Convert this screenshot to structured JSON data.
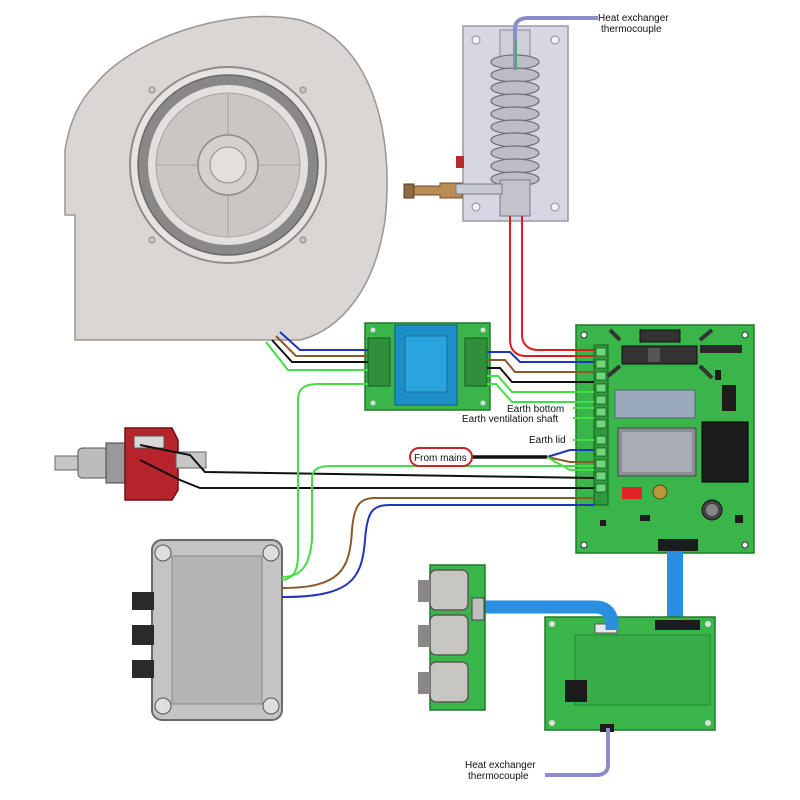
{
  "labels": {
    "heat_exchanger_top_line1": "Heat exchanger",
    "heat_exchanger_top_line2": "thermocouple",
    "heat_exchanger_bottom_line1": "Heat exchanger",
    "heat_exchanger_bottom_line2": "thermocouple",
    "earth_bottom": "Earth bottom",
    "earth_ventilation_shaft": "Earth ventilation shaft",
    "earth_lid": "Earth lid",
    "from_mains": "From mains"
  },
  "colors": {
    "pcb_green": "#39b54a",
    "pcb_dark": "#1f7a2a",
    "transformer_blue": "#1e8fc6",
    "pump_red": "#b8242c",
    "ribbon_blue": "#2a8fe0",
    "thermo_purple": "#8c8cc8",
    "wire_red": "#e01b1b",
    "wire_blue": "#2233bb",
    "wire_brown": "#8a5a2a",
    "wire_green": "#44dd44",
    "fan_gray": "#d9d6d3"
  }
}
